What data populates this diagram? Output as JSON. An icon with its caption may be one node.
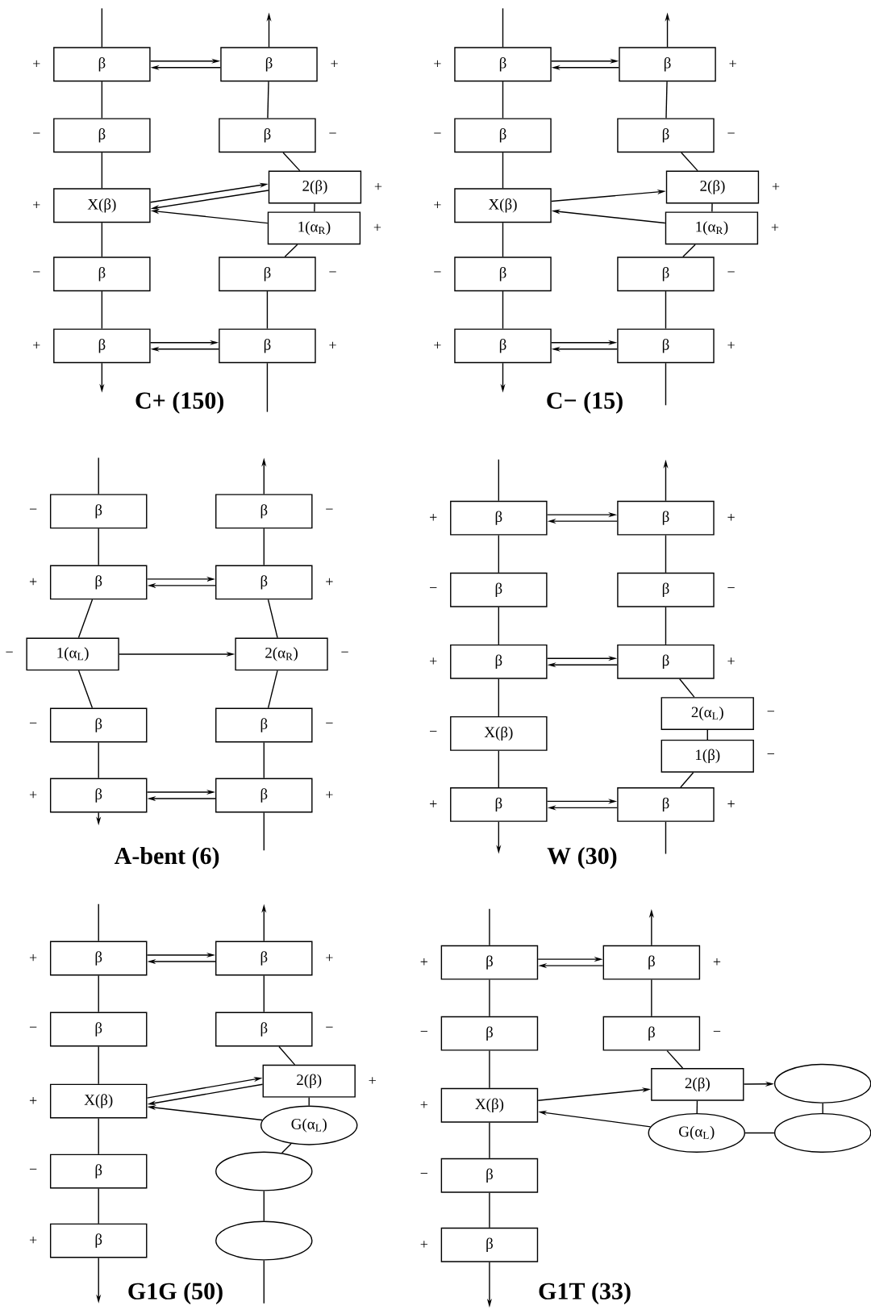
{
  "diagram": {
    "nodes": [
      {
        "text": [
          "β"
        ],
        "beside": [
          "+"
        ]
      },
      {
        "text": [
          "β"
        ],
        "beside": [
          "+"
        ]
      },
      {
        "text": [
          "β"
        ],
        "beside": [
          "−"
        ]
      },
      {
        "text": [
          "β"
        ],
        "beside": [
          "−"
        ]
      },
      {
        "text": [
          "2(β)"
        ],
        "beside": [
          "+"
        ]
      },
      {
        "text": [
          "X(β)"
        ],
        "beside": [
          "+"
        ]
      },
      {
        "text": [
          "1(α$_{R}$)"
        ],
        "beside": [
          "+"
        ]
      },
      {
        "text": [
          "β"
        ],
        "beside": [
          "−"
        ]
      },
      {
        "text": [
          "β"
        ],
        "beside": [
          "−"
        ]
      },
      {
        "text": [
          "β"
        ],
        "beside": [
          "+"
        ]
      },
      {
        "text": [
          "β"
        ],
        "beside": [
          "+"
        ]
      },
      {
        "text": [
          "β"
        ],
        "beside": [
          "+"
        ]
      },
      {
        "text": [
          "β"
        ],
        "beside": [
          "+"
        ]
      },
      {
        "text": [
          "β"
        ],
        "beside": [
          "−"
        ]
      },
      {
        "text": [
          "β"
        ],
        "beside": [
          "−"
        ]
      },
      {
        "text": [
          "2(β)"
        ],
        "beside": [
          "+"
        ]
      },
      {
        "text": [
          "X(β)"
        ],
        "beside": [
          "+"
        ]
      },
      {
        "text": [
          "1(α$_{R}$)"
        ],
        "beside": [
          "+"
        ]
      },
      {
        "text": [
          "β"
        ],
        "beside": [
          "−"
        ]
      },
      {
        "text": [
          "β"
        ],
        "beside": [
          "−"
        ]
      },
      {
        "text": [
          "β"
        ],
        "beside": [
          "+"
        ]
      },
      {
        "text": [
          "β"
        ],
        "beside": [
          "+"
        ]
      },
      {
        "text": [
          "β"
        ],
        "beside": [
          "−"
        ]
      },
      {
        "text": [
          "β"
        ],
        "beside": [
          "−"
        ]
      },
      {
        "text": [
          "β"
        ],
        "beside": [
          "+"
        ]
      },
      {
        "text": [
          "β"
        ],
        "beside": [
          "+"
        ]
      },
      {
        "text": [
          "1(α$_{L}$)"
        ],
        "beside": [
          "−"
        ]
      },
      {
        "text": [
          "2(α$_{R}$)"
        ],
        "beside": [
          "−"
        ]
      },
      {
        "text": [
          "β"
        ],
        "beside": [
          "−"
        ]
      },
      {
        "text": [
          "β"
        ],
        "beside": [
          "−"
        ]
      },
      {
        "text": [
          "β"
        ],
        "beside": [
          "+"
        ]
      },
      {
        "text": [
          "β"
        ],
        "beside": [
          "+"
        ]
      },
      {
        "text": [
          "β"
        ],
        "beside": [
          "+"
        ]
      },
      {
        "text": [
          "β"
        ],
        "beside": [
          "+"
        ]
      },
      {
        "text": [
          "β"
        ],
        "beside": [
          "−"
        ]
      },
      {
        "text": [
          "β"
        ],
        "beside": [
          "−"
        ]
      },
      {
        "text": [
          "β"
        ],
        "beside": [
          "+"
        ]
      },
      {
        "text": [
          "β"
        ],
        "beside": [
          "+"
        ]
      },
      {
        "text": [
          "2(α$_{L}$)"
        ],
        "beside": [
          "−"
        ]
      },
      {
        "text": [
          "X(β)"
        ],
        "beside": [
          "−"
        ]
      },
      {
        "text": [
          "1(β)"
        ],
        "beside": [
          "−"
        ]
      },
      {
        "text": [
          "β"
        ],
        "beside": [
          "+"
        ]
      },
      {
        "text": [
          "β"
        ],
        "beside": [
          "+"
        ]
      },
      {
        "text": [
          "β"
        ],
        "beside": [
          "+"
        ]
      },
      {
        "text": [
          "β"
        ],
        "beside": [
          "+"
        ]
      },
      {
        "text": [
          "β"
        ],
        "beside": [
          "−"
        ]
      },
      {
        "text": [
          "β"
        ],
        "beside": [
          "−"
        ]
      },
      {
        "text": [
          "2(β)"
        ],
        "beside": [
          "+"
        ]
      },
      {
        "text": [
          "X(β)"
        ],
        "beside": [
          "+"
        ]
      },
      {
        "text": [
          "G(α$_{L}$)"
        ]
      },
      {
        "text": [
          "β"
        ],
        "beside": [
          "−"
        ]
      },
      {
        "text": [],
        "shape": "ellipse"
      },
      {
        "text": [
          "β"
        ],
        "beside": [
          "+"
        ]
      },
      {
        "text": [],
        "shape": "ellipse"
      },
      {
        "text": [
          "β"
        ],
        "beside": [
          "+"
        ]
      },
      {
        "text": [
          "β"
        ],
        "beside": [
          "+"
        ]
      },
      {
        "text": [
          "β"
        ],
        "beside": [
          "−"
        ]
      },
      {
        "text": [
          "β"
        ],
        "beside": [
          "−"
        ]
      },
      {
        "text": [
          "2(β)"
        ]
      },
      {
        "text": [],
        "shape": "ellipse"
      },
      {
        "text": [
          "X(β)"
        ],
        "beside": [
          "+"
        ]
      },
      {
        "text": [
          "G(α$_{L}$)"
        ]
      },
      {
        "text": [],
        "shape": "ellipse"
      },
      {
        "text": [
          "β"
        ],
        "beside": [
          "−"
        ]
      },
      {
        "text": [
          "β"
        ],
        "beside": [
          "+"
        ]
      }
    ],
    "edges": [
      {
        "from": null,
        "to": 0,
        "arrow": "none"
      },
      {
        "from": 0,
        "to": 2,
        "arrow": "none"
      },
      {
        "from": 2,
        "to": 5,
        "arrow": "none"
      },
      {
        "from": 5,
        "to": 7,
        "arrow": "none"
      },
      {
        "from": 7,
        "to": 9,
        "arrow": "none"
      },
      {
        "from": 9,
        "to": null,
        "arrow": "to"
      },
      {
        "from": null,
        "to": 10,
        "arrow": "none"
      },
      {
        "from": 8,
        "to": 10,
        "arrow": "none"
      },
      {
        "from": 6,
        "to": 8,
        "arrow": "none"
      },
      {
        "from": 4,
        "to": 6,
        "arrow": "none"
      },
      {
        "from": 3,
        "to": 4,
        "arrow": "none"
      },
      {
        "from": 1,
        "to": 3,
        "arrow": "none"
      },
      {
        "from": 1,
        "to": null,
        "arrow": "to"
      },
      {
        "from": 0,
        "to": 1,
        "arrow": "to"
      },
      {
        "from": 1,
        "to": 0,
        "arrow": "to"
      },
      {
        "from": 4,
        "to": 5,
        "arrow": "to"
      },
      {
        "from": 5,
        "to": 4,
        "arrow": "to"
      },
      {
        "from": 6,
        "to": 5,
        "arrow": "to"
      },
      {
        "from": 9,
        "to": 10,
        "arrow": "to"
      },
      {
        "from": 10,
        "to": 9,
        "arrow": "to"
      },
      {
        "from": null,
        "to": 11,
        "arrow": "none"
      },
      {
        "from": 11,
        "to": 13,
        "arrow": "none"
      },
      {
        "from": 13,
        "to": 16,
        "arrow": "none"
      },
      {
        "from": 16,
        "to": 18,
        "arrow": "none"
      },
      {
        "from": 18,
        "to": 20,
        "arrow": "none"
      },
      {
        "from": 20,
        "to": null,
        "arrow": "to"
      },
      {
        "from": null,
        "to": 21,
        "arrow": "none"
      },
      {
        "from": 19,
        "to": 21,
        "arrow": "none"
      },
      {
        "from": 17,
        "to": 19,
        "arrow": "none"
      },
      {
        "from": 15,
        "to": 17,
        "arrow": "none"
      },
      {
        "from": 14,
        "to": 15,
        "arrow": "none"
      },
      {
        "from": 12,
        "to": 14,
        "arrow": "none"
      },
      {
        "from": 12,
        "to": null,
        "arrow": "to"
      },
      {
        "from": 11,
        "to": 12,
        "arrow": "to"
      },
      {
        "from": 12,
        "to": 11,
        "arrow": "to"
      },
      {
        "from": 16,
        "to": 15,
        "arrow": "to"
      },
      {
        "from": 17,
        "to": 16,
        "arrow": "to"
      },
      {
        "from": 20,
        "to": 21,
        "arrow": "to"
      },
      {
        "from": 21,
        "to": 20,
        "arrow": "to"
      },
      {
        "from": null,
        "to": 22,
        "arrow": "none"
      },
      {
        "from": 22,
        "to": 24,
        "arrow": "none"
      },
      {
        "from": 24,
        "to": 26,
        "arrow": "none"
      },
      {
        "from": 26,
        "to": 28,
        "arrow": "none"
      },
      {
        "from": 28,
        "to": 30,
        "arrow": "none"
      },
      {
        "from": 30,
        "to": null,
        "arrow": "to"
      },
      {
        "from": null,
        "to": 31,
        "arrow": "none"
      },
      {
        "from": 29,
        "to": 31,
        "arrow": "none"
      },
      {
        "from": 27,
        "to": 29,
        "arrow": "none"
      },
      {
        "from": 25,
        "to": 27,
        "arrow": "none"
      },
      {
        "from": 23,
        "to": 25,
        "arrow": "none"
      },
      {
        "from": 23,
        "to": null,
        "arrow": "to"
      },
      {
        "from": 24,
        "to": 25,
        "arrow": "to"
      },
      {
        "from": 25,
        "to": 24,
        "arrow": "to"
      },
      {
        "from": 26,
        "to": 27,
        "arrow": "to"
      },
      {
        "from": 30,
        "to": 31,
        "arrow": "to"
      },
      {
        "from": 31,
        "to": 30,
        "arrow": "to"
      },
      {
        "from": null,
        "to": 32,
        "arrow": "none"
      },
      {
        "from": 32,
        "to": 34,
        "arrow": "none"
      },
      {
        "from": 34,
        "to": 36,
        "arrow": "none"
      },
      {
        "from": 36,
        "to": 39,
        "arrow": "none"
      },
      {
        "from": 39,
        "to": 41,
        "arrow": "none"
      },
      {
        "from": 41,
        "to": null,
        "arrow": "to"
      },
      {
        "from": null,
        "to": 42,
        "arrow": "none"
      },
      {
        "from": 40,
        "to": 42,
        "arrow": "none"
      },
      {
        "from": 38,
        "to": 40,
        "arrow": "none"
      },
      {
        "from": 37,
        "to": 38,
        "arrow": "none"
      },
      {
        "from": 35,
        "to": 37,
        "arrow": "none"
      },
      {
        "from": 33,
        "to": 35,
        "arrow": "none"
      },
      {
        "from": 33,
        "to": null,
        "arrow": "to"
      },
      {
        "from": 32,
        "to": 33,
        "arrow": "to"
      },
      {
        "from": 33,
        "to": 32,
        "arrow": "to"
      },
      {
        "from": 36,
        "to": 37,
        "arrow": "to"
      },
      {
        "from": 37,
        "to": 36,
        "arrow": "to"
      },
      {
        "from": 41,
        "to": 42,
        "arrow": "to"
      },
      {
        "from": 42,
        "to": 41,
        "arrow": "to"
      },
      {
        "from": null,
        "to": 43,
        "arrow": "none"
      },
      {
        "from": 43,
        "to": 45,
        "arrow": "none"
      },
      {
        "from": 45,
        "to": 48,
        "arrow": "none"
      },
      {
        "from": 48,
        "to": 50,
        "arrow": "none"
      },
      {
        "from": 50,
        "to": 52,
        "arrow": "none"
      },
      {
        "from": 52,
        "to": null,
        "arrow": "to"
      },
      {
        "from": null,
        "to": 53,
        "arrow": "none"
      },
      {
        "from": 51,
        "to": 53,
        "arrow": "none"
      },
      {
        "from": 49,
        "to": 51,
        "arrow": "none"
      },
      {
        "from": 47,
        "to": 49,
        "arrow": "none"
      },
      {
        "from": 46,
        "to": 47,
        "arrow": "none"
      },
      {
        "from": 44,
        "to": 46,
        "arrow": "none"
      },
      {
        "from": 44,
        "to": null,
        "arrow": "to"
      },
      {
        "from": 43,
        "to": 44,
        "arrow": "to"
      },
      {
        "from": 44,
        "to": 43,
        "arrow": "to"
      },
      {
        "from": 47,
        "to": 48,
        "arrow": "to"
      },
      {
        "from": 48,
        "to": 47,
        "arrow": "to"
      },
      {
        "from": 49,
        "to": 48,
        "arrow": "to"
      },
      {
        "from": null,
        "to": 54,
        "arrow": "none"
      },
      {
        "from": 54,
        "to": 56,
        "arrow": "none"
      },
      {
        "from": 56,
        "to": 60,
        "arrow": "none"
      },
      {
        "from": 60,
        "to": 63,
        "arrow": "none"
      },
      {
        "from": 63,
        "to": 64,
        "arrow": "none"
      },
      {
        "from": 64,
        "to": null,
        "arrow": "to"
      },
      {
        "from": 58,
        "to": 61,
        "arrow": "none"
      },
      {
        "from": 57,
        "to": 58,
        "arrow": "none"
      },
      {
        "from": 55,
        "to": 57,
        "arrow": "none"
      },
      {
        "from": 55,
        "to": null,
        "arrow": "to"
      },
      {
        "from": 54,
        "to": 55,
        "arrow": "to"
      },
      {
        "from": 55,
        "to": 54,
        "arrow": "to"
      },
      {
        "from": 60,
        "to": 58,
        "arrow": "to"
      },
      {
        "from": 61,
        "to": 60,
        "arrow": "to"
      },
      {
        "from": 58,
        "to": 59,
        "arrow": "to"
      },
      {
        "from": 59,
        "to": 62,
        "arrow": "none"
      },
      {
        "from": 61,
        "to": 62,
        "arrow": "none"
      }
    ],
    "labels": [
      "C+ (150)",
      "C− (15)",
      "A-bent (6)",
      "W (30)",
      "G1G (50)",
      "G1T (33)"
    ]
  }
}
